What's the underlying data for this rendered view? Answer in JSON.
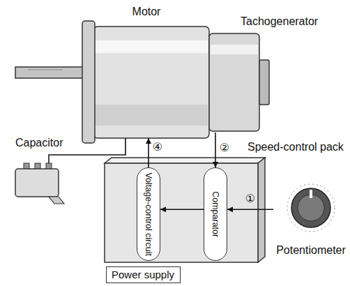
{
  "diagram": {
    "nodes": [
      {
        "text": [
          "Motor"
        ]
      },
      {
        "text": [
          "Tachogenerator"
        ]
      },
      {
        "text": [
          "Capacitor"
        ]
      },
      {
        "text": [
          "Speed-control pack"
        ]
      },
      {
        "text": [
          "Voltage-control circuit"
        ],
        "in": 3
      },
      {
        "text": [
          "Comparator"
        ],
        "in": 3
      },
      {
        "text": [
          "Potentiometer"
        ]
      },
      {
        "text": [
          "Power supply"
        ]
      }
    ],
    "edges": [
      {
        "from": 6,
        "to": 5,
        "label": "①",
        "arrow": "to"
      },
      {
        "from": 1,
        "to": 5,
        "label": "②",
        "arrow": "to"
      },
      {
        "from": 5,
        "to": 4,
        "arrow": "to"
      },
      {
        "from": 4,
        "to": 0,
        "label": "④",
        "arrow": "to"
      },
      {
        "from": 2,
        "to": 0,
        "arrow": "none"
      }
    ]
  }
}
